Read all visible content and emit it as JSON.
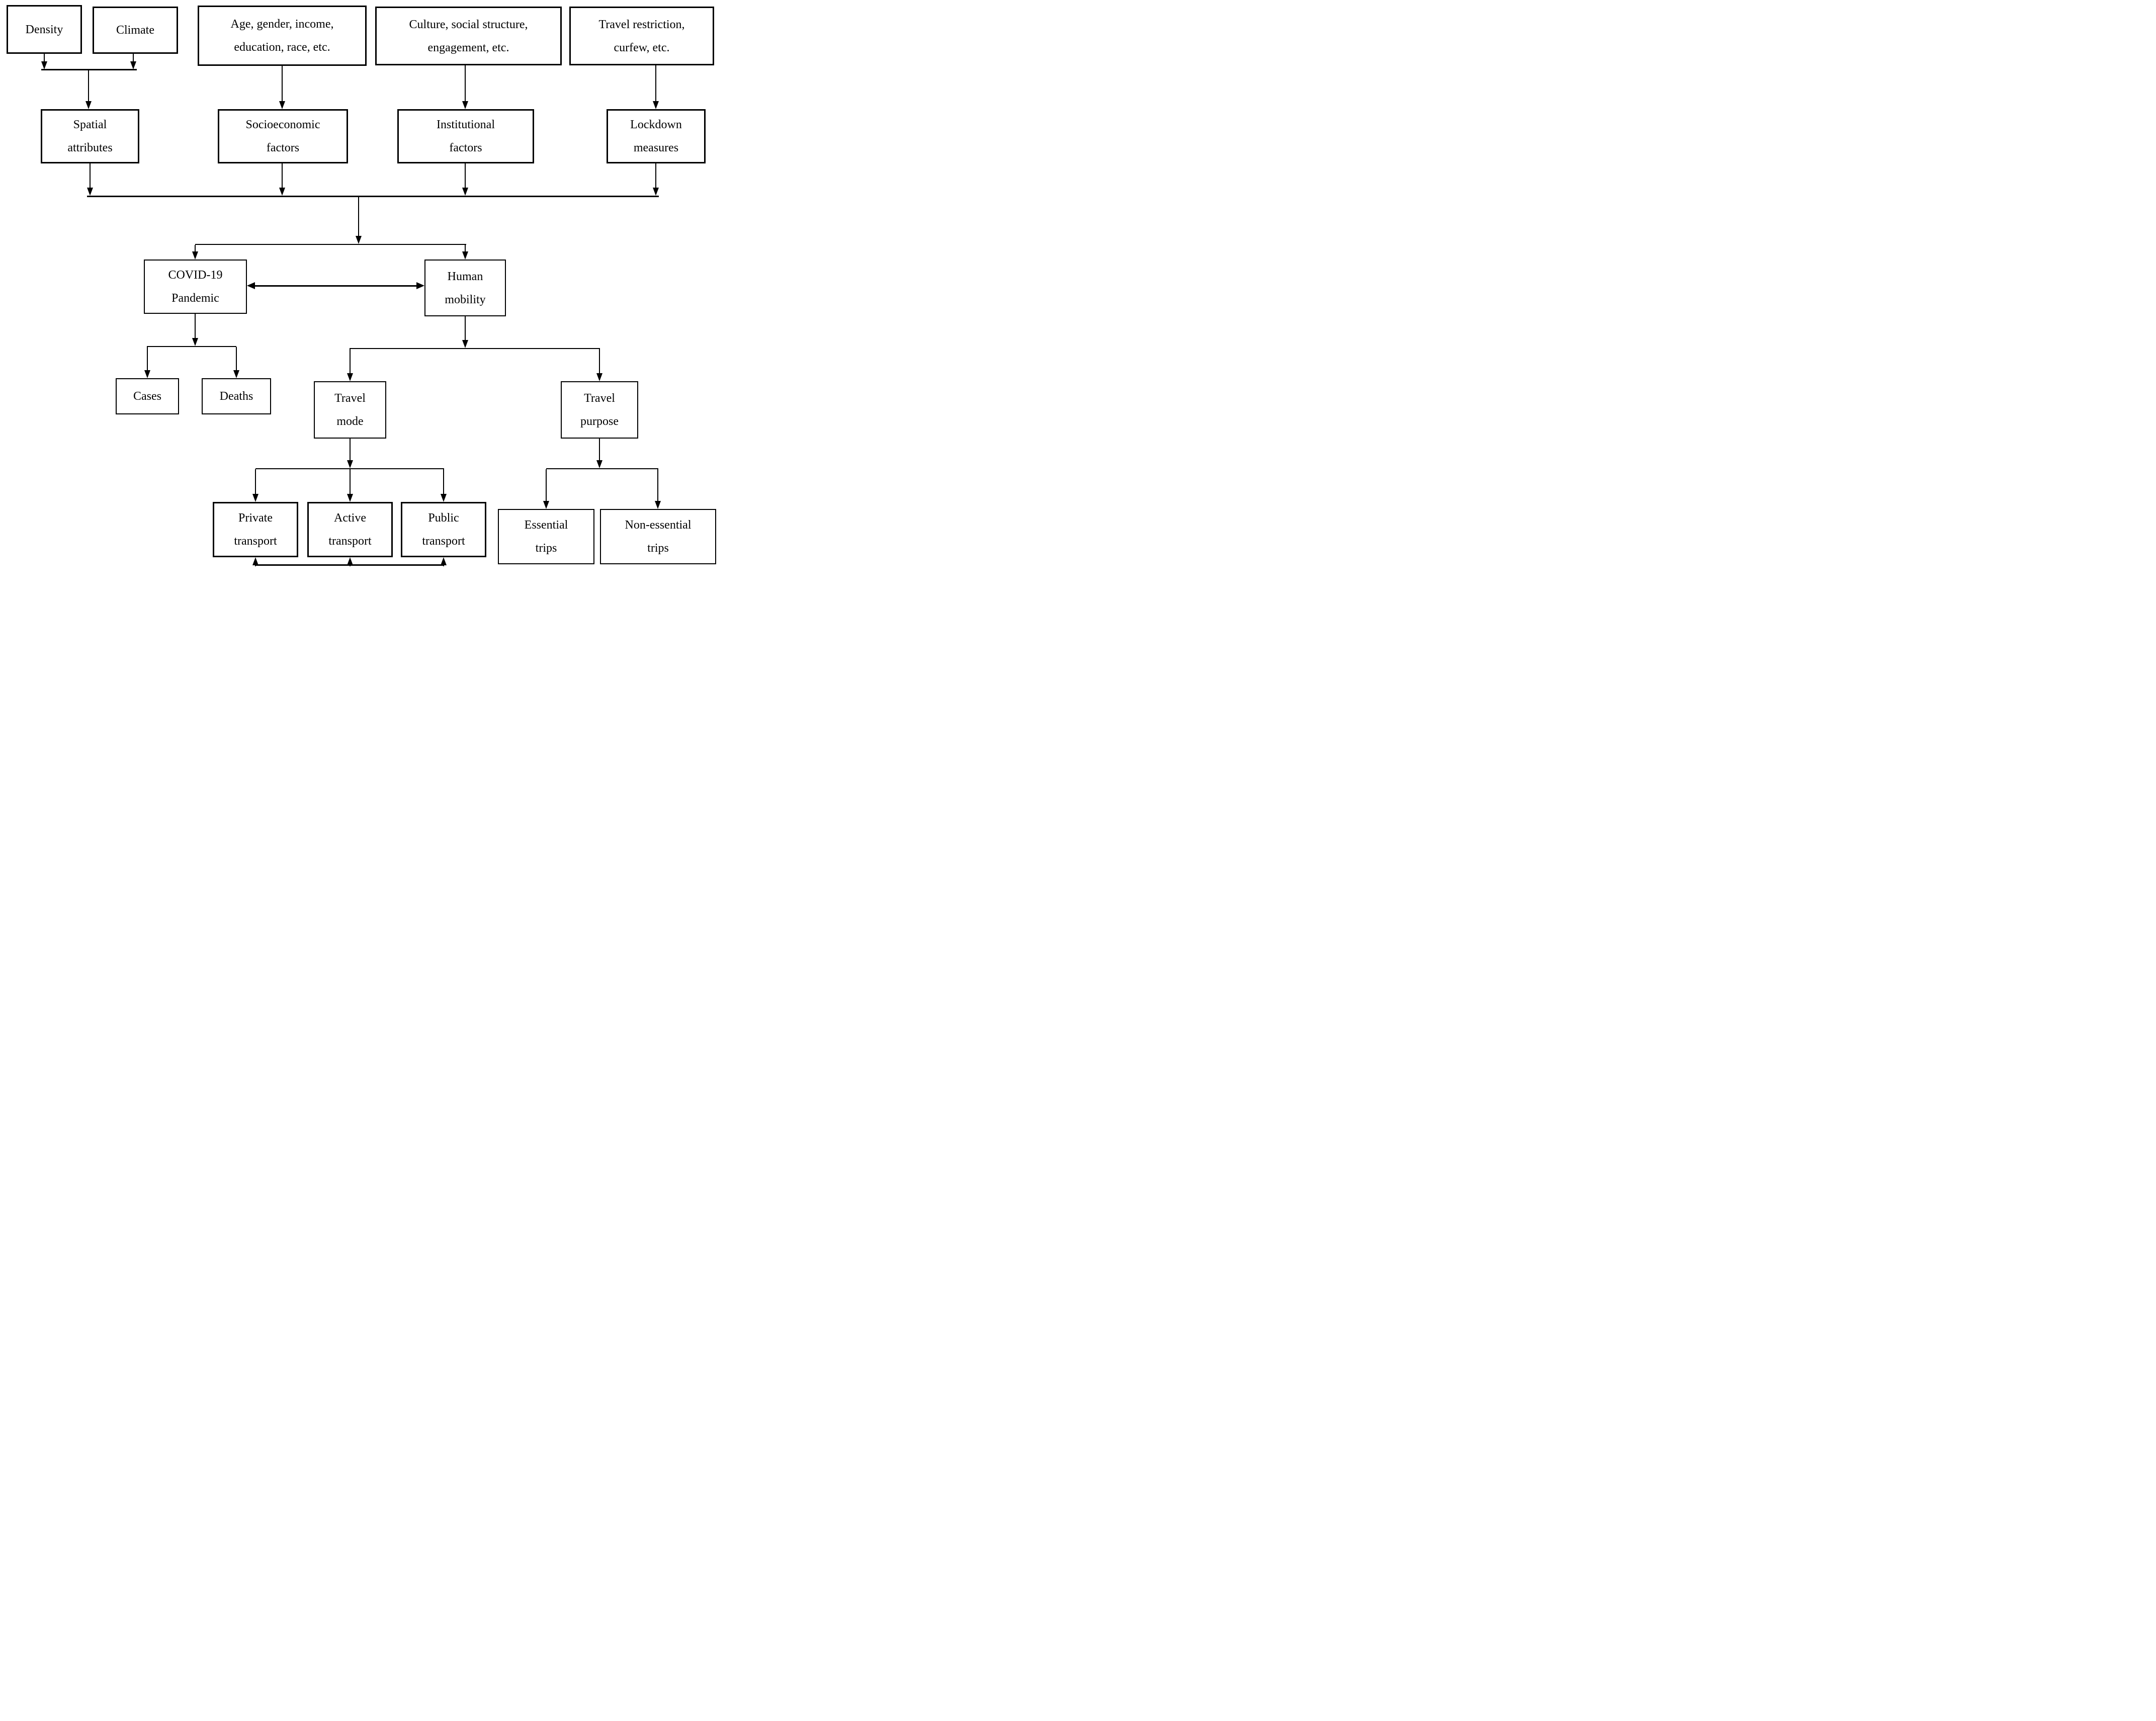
{
  "diagram": {
    "colors": {
      "line": "#000000",
      "text": "#000000",
      "background": "#ffffff"
    },
    "nodes": {
      "density": {
        "label": "Density"
      },
      "climate": {
        "label": "Climate"
      },
      "demographics": {
        "line1": "Age, gender, income,",
        "line2": "education, race, etc."
      },
      "culture": {
        "line1": "Culture, social structure,",
        "line2": "engagement, etc."
      },
      "travel_restriction": {
        "line1": "Travel restriction,",
        "line2": "curfew, etc."
      },
      "spatial": {
        "line1": "Spatial",
        "line2": "attributes"
      },
      "socioeconomic": {
        "line1": "Socioeconomic",
        "line2": "factors"
      },
      "institutional": {
        "line1": "Institutional",
        "line2": "factors"
      },
      "lockdown": {
        "line1": "Lockdown",
        "line2": "measures"
      },
      "covid": {
        "line1": "COVID-19",
        "line2": "Pandemic"
      },
      "human_mobility": {
        "line1": "Human",
        "line2": "mobility"
      },
      "cases": {
        "label": "Cases"
      },
      "deaths": {
        "label": "Deaths"
      },
      "travel_mode": {
        "line1": "Travel",
        "line2": "mode"
      },
      "travel_purpose": {
        "line1": "Travel",
        "line2": "purpose"
      },
      "private_transport": {
        "line1": "Private",
        "line2": "transport"
      },
      "active_transport": {
        "line1": "Active",
        "line2": "transport"
      },
      "public_transport": {
        "line1": "Public",
        "line2": "transport"
      },
      "essential": {
        "line1": "Essential",
        "line2": "trips"
      },
      "non_essential": {
        "line1": "Non-essential",
        "line2": "trips"
      }
    }
  }
}
